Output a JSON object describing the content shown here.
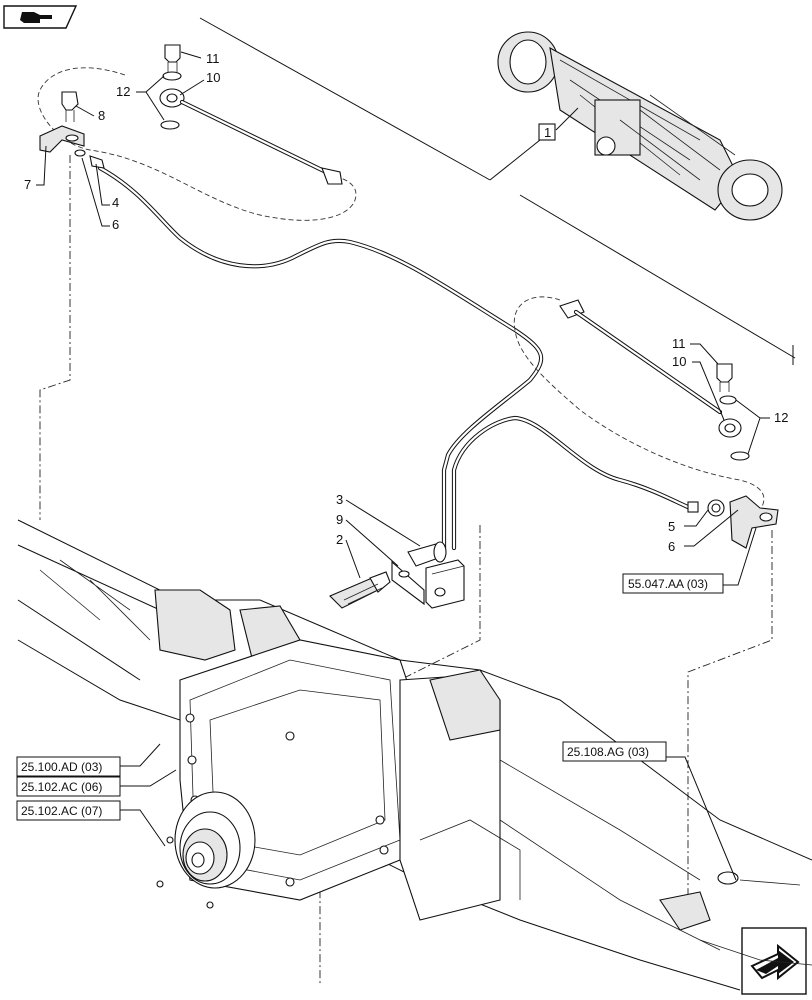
{
  "callouts": {
    "c1": "1",
    "c2": "2",
    "c3": "3",
    "c4": "4",
    "c5": "5",
    "c6a": "6",
    "c6b": "6",
    "c7": "7",
    "c8": "8",
    "c9": "9",
    "c10a": "10",
    "c10b": "10",
    "c11a": "11",
    "c11b": "11",
    "c12a": "12",
    "c12b": "12"
  },
  "refs": {
    "r1": "55.047.AA (03)",
    "r2": "25.100.AD (03)",
    "r3": "25.102.AC (06)",
    "r4": "25.102.AC (07)",
    "r5": "25.108.AG (03)"
  },
  "icons": {
    "top_left": "hand-pointer-icon",
    "bottom_right": "next-page-arrow-icon"
  }
}
